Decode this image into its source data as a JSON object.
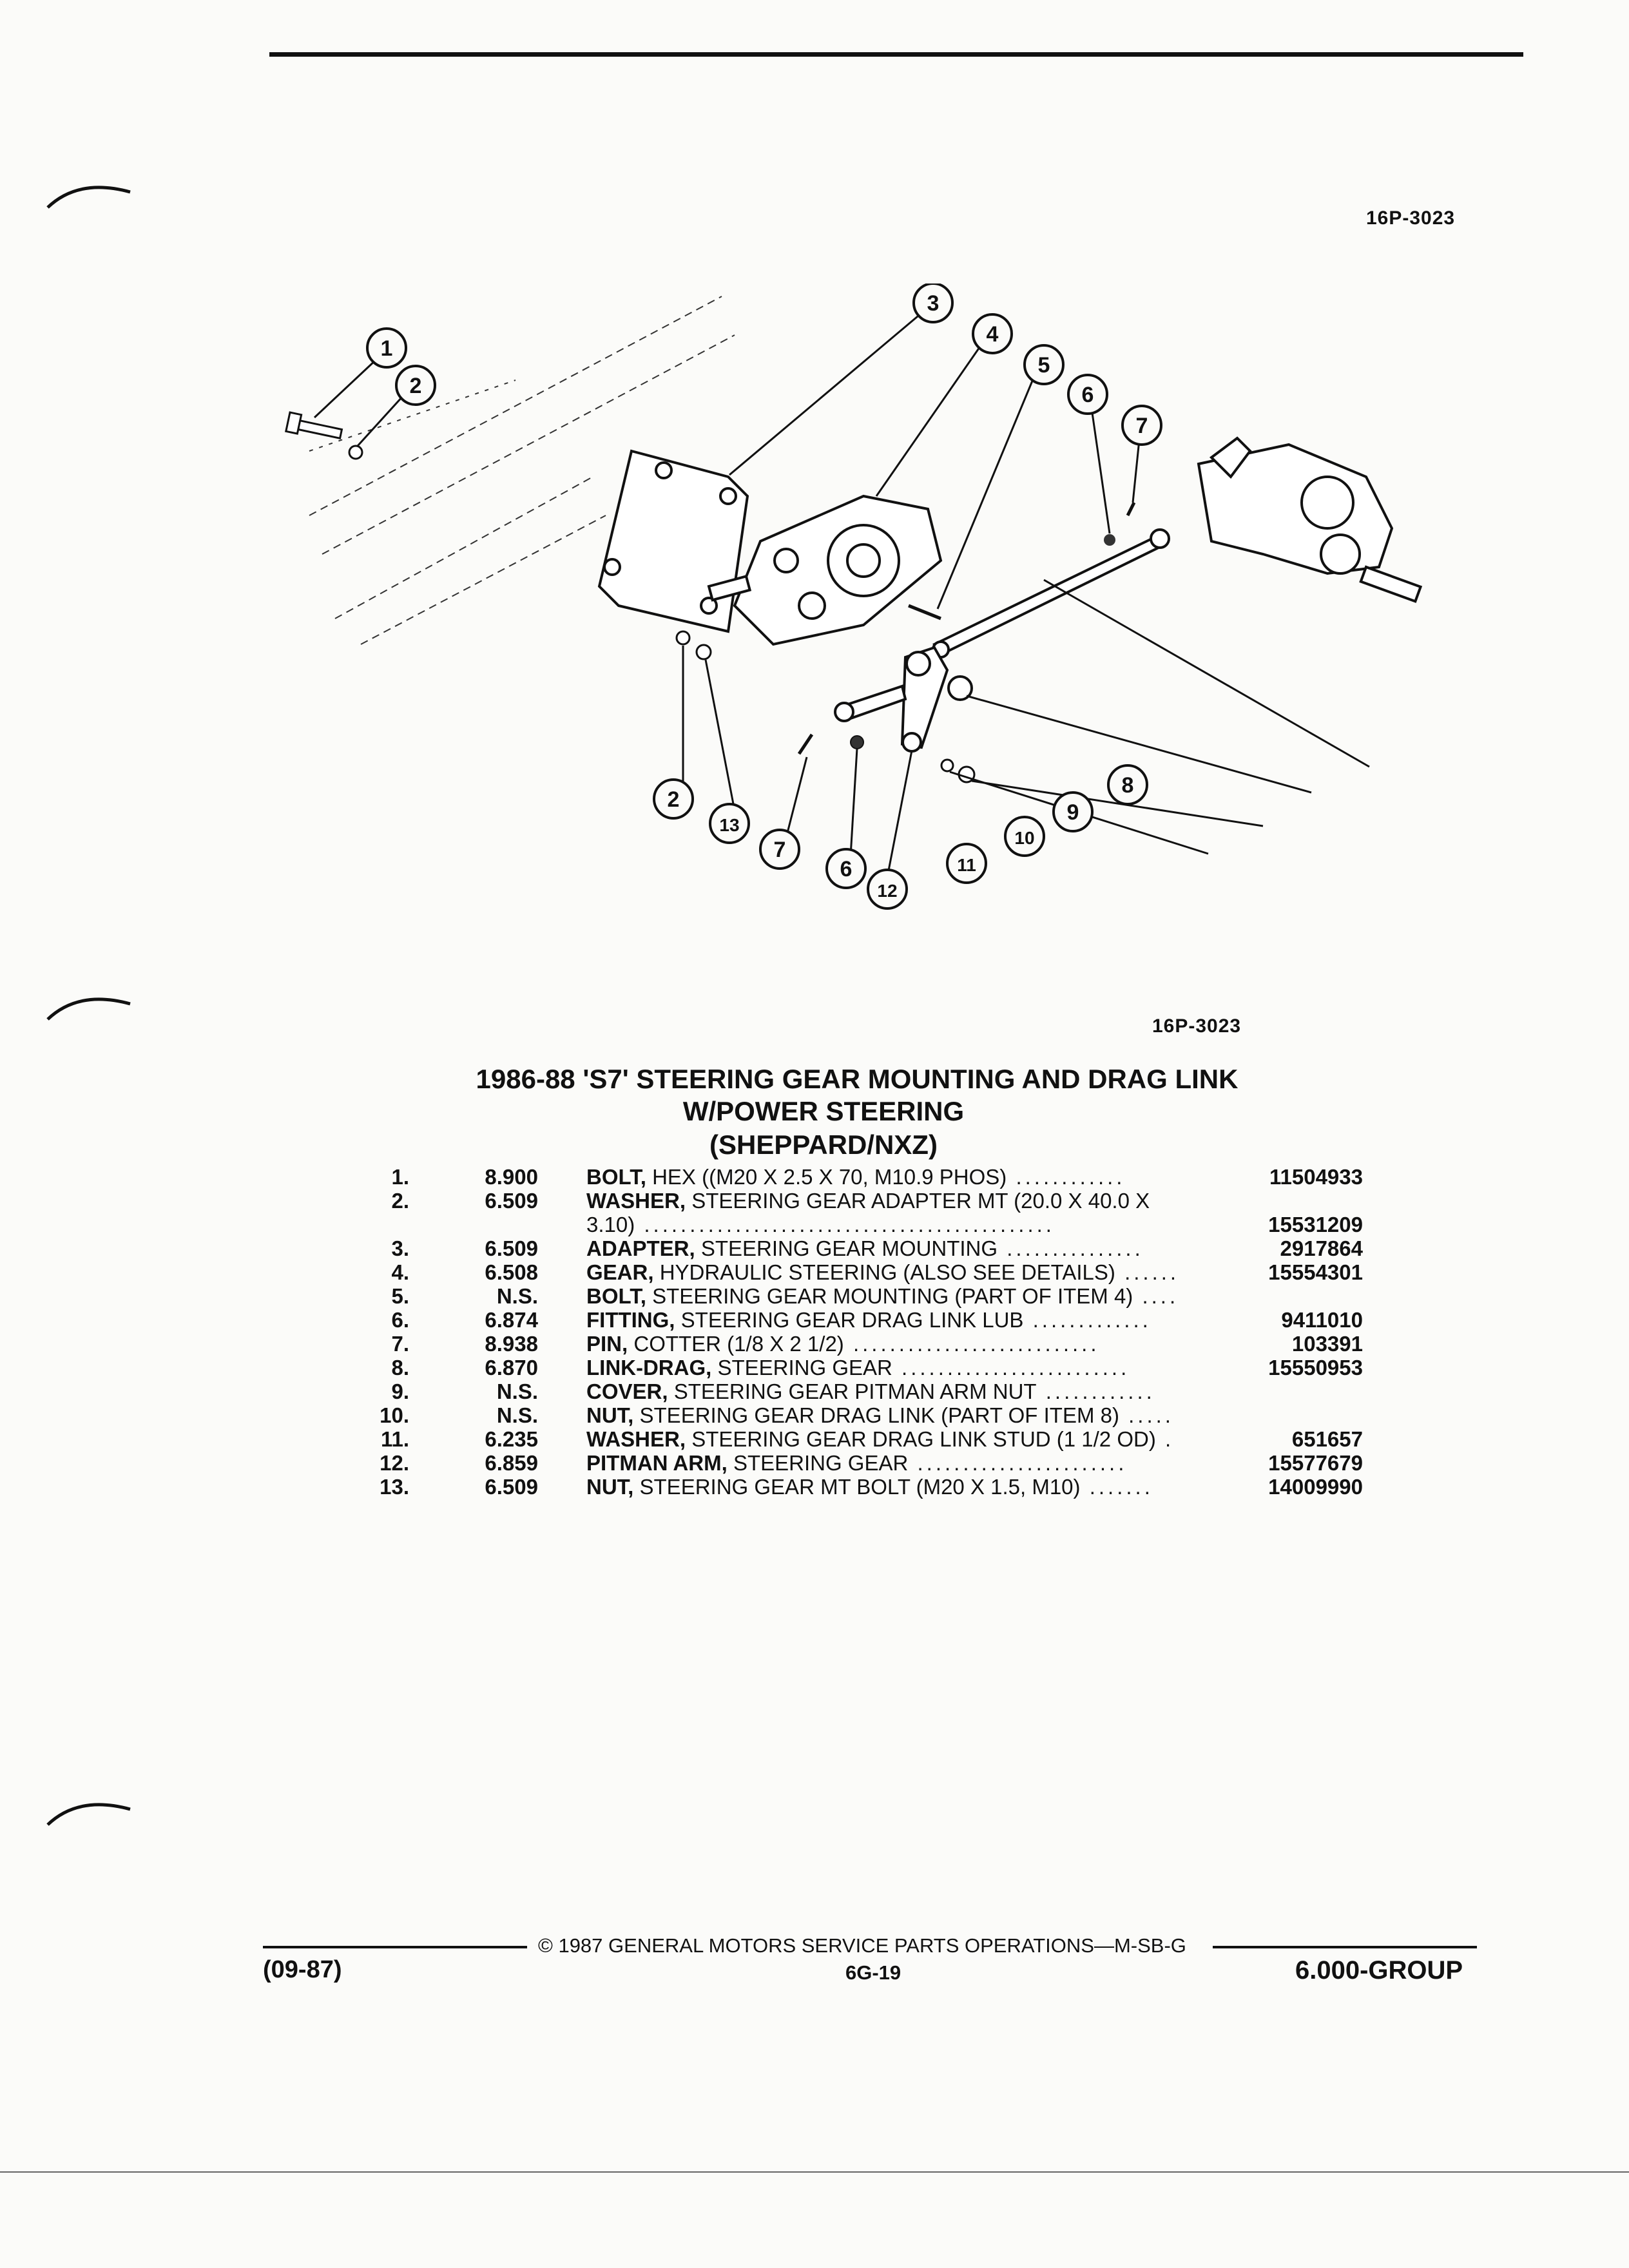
{
  "header": {
    "figure_code": "16P-3023"
  },
  "figure": {
    "figure_code": "16P-3023",
    "callouts": [
      "1",
      "2",
      "3",
      "4",
      "5",
      "6",
      "7",
      "2",
      "13",
      "7",
      "6",
      "12",
      "11",
      "10",
      "9",
      "8"
    ]
  },
  "title": {
    "line1": "1986-88 'S7' STEERING GEAR MOUNTING AND DRAG LINK",
    "line2": "W/POWER STEERING",
    "line3": "(SHEPPARD/NXZ)"
  },
  "parts": [
    {
      "num": "1.",
      "ref": "8.900",
      "name": "BOLT,",
      "desc": "HEX ((M20 X 2.5 X 70, M10.9 PHOS)",
      "dots": " ............",
      "pn": "11504933"
    },
    {
      "num": "2.",
      "ref": "6.509",
      "name": "WASHER,",
      "desc": "STEERING GEAR ADAPTER MT (20.0 X 40.0 X",
      "desc2": "3.10)",
      "dots": " .............................................",
      "pn": "15531209"
    },
    {
      "num": "3.",
      "ref": "6.509",
      "name": "ADAPTER,",
      "desc": "STEERING GEAR MOUNTING",
      "dots": " ...............",
      "pn": "2917864"
    },
    {
      "num": "4.",
      "ref": "6.508",
      "name": "GEAR,",
      "desc": "HYDRAULIC STEERING (ALSO SEE DETAILS)",
      "dots": " ......",
      "pn": "15554301"
    },
    {
      "num": "5.",
      "ref": "N.S.",
      "name": "BOLT,",
      "desc": "STEERING GEAR MOUNTING (PART OF ITEM 4)",
      "dots": " ....",
      "pn": ""
    },
    {
      "num": "6.",
      "ref": "6.874",
      "name": "FITTING,",
      "desc": "STEERING GEAR DRAG LINK LUB",
      "dots": " .............",
      "pn": "9411010"
    },
    {
      "num": "7.",
      "ref": "8.938",
      "name": "PIN,",
      "desc": "COTTER (1/8 X 2 1/2)",
      "dots": " ...........................",
      "pn": "103391"
    },
    {
      "num": "8.",
      "ref": "6.870",
      "name": "LINK-DRAG,",
      "desc": "STEERING GEAR",
      "dots": " .........................",
      "pn": "15550953"
    },
    {
      "num": "9.",
      "ref": "N.S.",
      "name": "COVER,",
      "desc": "STEERING GEAR PITMAN ARM NUT",
      "dots": " ............",
      "pn": ""
    },
    {
      "num": "10.",
      "ref": "N.S.",
      "name": "NUT,",
      "desc": "STEERING GEAR DRAG LINK (PART OF ITEM 8)",
      "dots": " .....",
      "pn": ""
    },
    {
      "num": "11.",
      "ref": "6.235",
      "name": "WASHER,",
      "desc": "STEERING GEAR DRAG LINK STUD (1 1/2 OD)",
      "dots": " .",
      "pn": "651657"
    },
    {
      "num": "12.",
      "ref": "6.859",
      "name": "PITMAN ARM,",
      "desc": "STEERING GEAR",
      "dots": " .......................",
      "pn": "15577679"
    },
    {
      "num": "13.",
      "ref": "6.509",
      "name": "NUT,",
      "desc": "STEERING GEAR MT BOLT (M20 X 1.5, M10)",
      "dots": " .......",
      "pn": "14009990"
    }
  ],
  "footer": {
    "copyright": "© 1987 GENERAL MOTORS SERVICE PARTS OPERATIONS—M-SB-G",
    "date_code": "(09-87)",
    "page": "6G-19",
    "group": "6.000-GROUP"
  }
}
